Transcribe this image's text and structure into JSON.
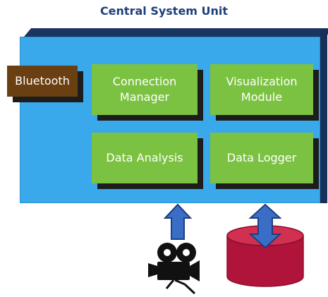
{
  "diagram": {
    "title": "Central System Unit",
    "modules": {
      "bluetooth": "Bluetooth",
      "connection_manager": "Connection\nManager",
      "visualization_module": "Visualization\nModule",
      "data_analysis": "Data Analysis",
      "data_logger": "Data Logger"
    },
    "icons": {
      "camera": "video-camera-icon",
      "database": "database-cylinder-icon"
    },
    "colors": {
      "system_unit": "#3aa9ec",
      "module": "#7cc242",
      "bluetooth": "#6a3f12",
      "arrow": "#3a6ec6",
      "database": "#c0183c"
    }
  }
}
